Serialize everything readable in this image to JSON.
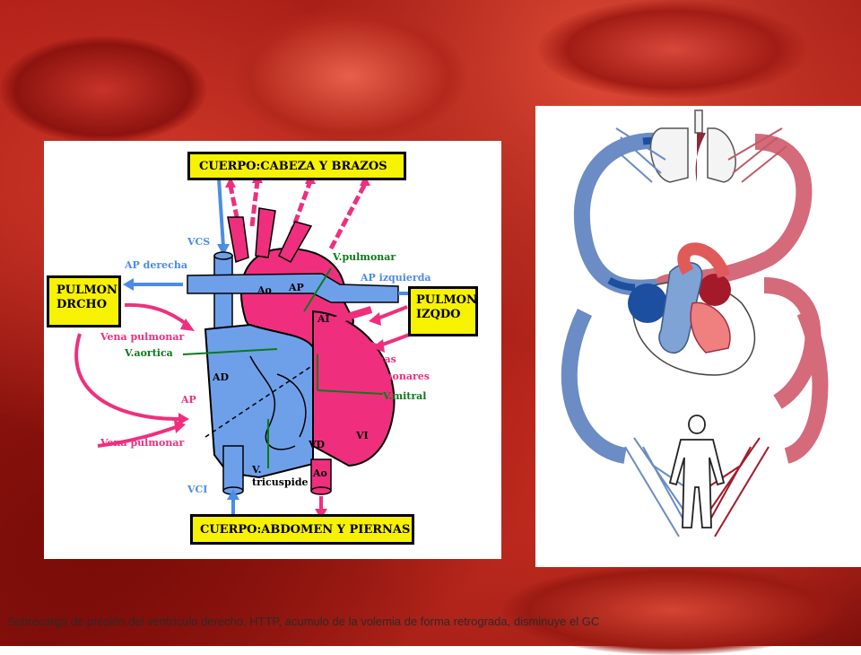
{
  "left_diagram": {
    "boxes": {
      "top": "CUERPO:CABEZA Y BRAZOS",
      "bottom": "CUERPO:ABDOMEN Y PIERNAS",
      "left_line1": "PULMON",
      "left_line2": "DRCHO",
      "right_line1": "PULMON",
      "right_line2": "IZQDO"
    },
    "labels": {
      "vcs": "VCS",
      "ap_derecha": "AP derecha",
      "v_pulmonar": "V.pulmonar",
      "ap_izquierda": "AP izquierda",
      "ao_top": "Ao",
      "ap_center": "AP",
      "ai": "AI",
      "vena_pulmonar_1": "Vena pulmonar",
      "v_aortica": "V.aortica",
      "ad": "AD",
      "venas_line1": "Venas",
      "venas_line2": "pulmonares",
      "v_mitral": "V.mitral",
      "ap_left": "AP",
      "vena_pulmonar_2": "Vena pulmonar",
      "vd": "VD",
      "vi": "VI",
      "v_tric_line1": "V.",
      "v_tric_line2": "tricuspide",
      "ao_bottom": "Ao",
      "vci": "VCI"
    }
  },
  "caption": "Sobrecarga de presión del ventrículo derecho, HTTP, acumulo de la volemia de forma retrograda, disminuye el GC",
  "colors": {
    "venous_blue": "#4b8ce6",
    "arterial_pink": "#ef2f7e",
    "valve_green": "#0a7a1a",
    "box_yellow": "#f7f200"
  }
}
